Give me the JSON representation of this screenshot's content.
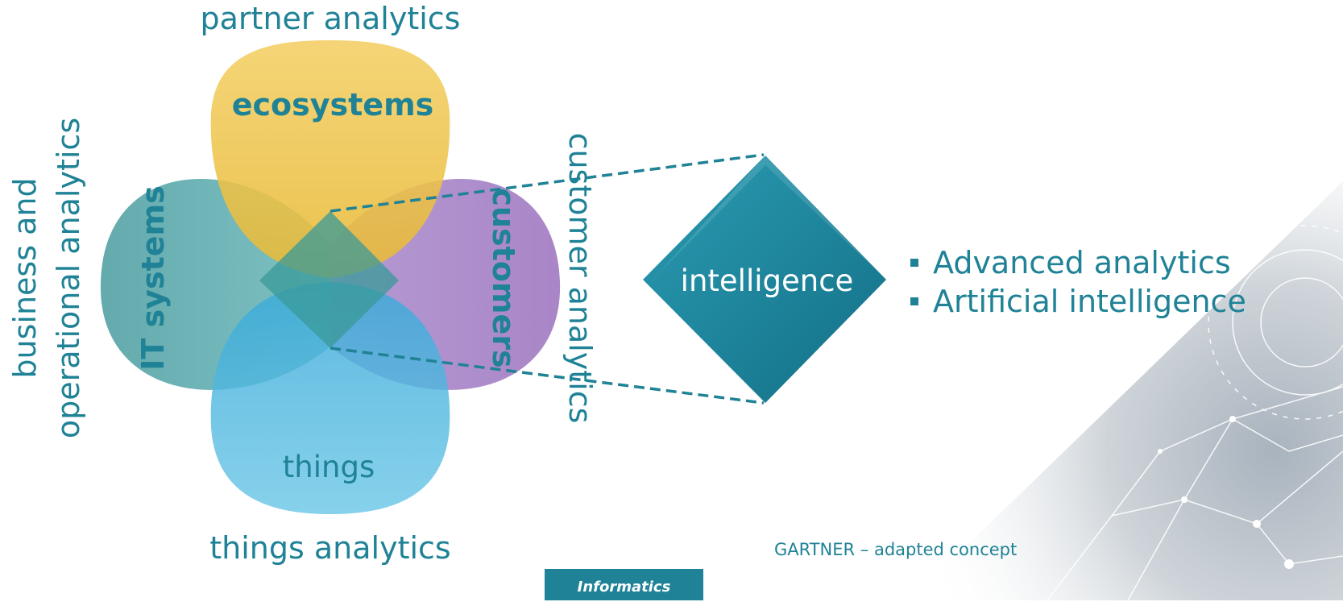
{
  "outer_labels": {
    "top": "partner analytics",
    "bottom": "things analytics",
    "left_line1": "business and",
    "left_line2": "operational analytics",
    "right": "customer analytics"
  },
  "petals": {
    "top": "ecosystems",
    "left": "IT systems",
    "right": "customers",
    "bottom": "things"
  },
  "center": {
    "label": "intelligence"
  },
  "bullets": [
    "Advanced analytics",
    "Artificial intelligence"
  ],
  "footer": {
    "tag": "Informatics",
    "source": "GARTNER – adapted concept"
  },
  "colors": {
    "accent": "#1f8296",
    "ecosystems": "#efc24a",
    "it_systems": "#5fadb0",
    "customers": "#9b77bd",
    "things": "#4fbbe0"
  }
}
